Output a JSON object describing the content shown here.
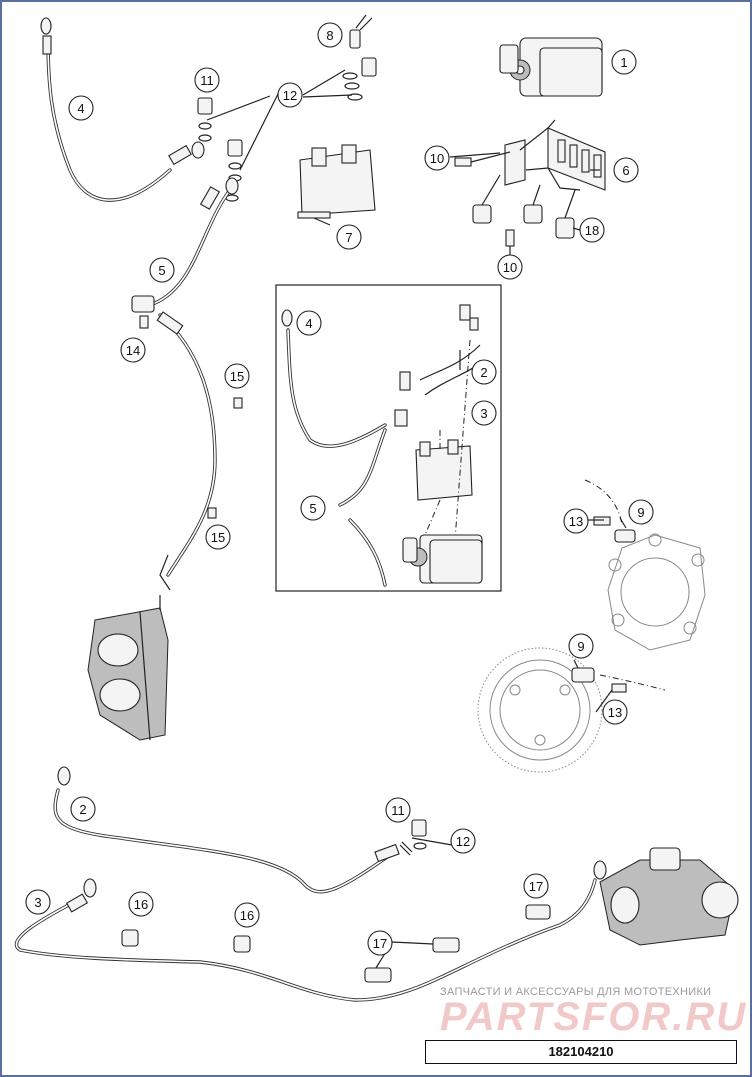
{
  "diagram": {
    "callouts": {
      "c1": "1",
      "c2a": "2",
      "c2b": "2",
      "c3a": "3",
      "c3b": "3",
      "c4a": "4",
      "c4b": "4",
      "c5a": "5",
      "c5b": "5",
      "c6": "6",
      "c7": "7",
      "c8": "8",
      "c9a": "9",
      "c9b": "9",
      "c10a": "10",
      "c10b": "10",
      "c11a": "11",
      "c11b": "11",
      "c12a": "12",
      "c12b": "12",
      "c13a": "13",
      "c13b": "13",
      "c14": "14",
      "c15a": "15",
      "c15b": "15",
      "c16a": "16",
      "c16b": "16",
      "c17a": "17",
      "c17b": "17",
      "c18": "18"
    },
    "watermark_small": "ЗАПЧАСТИ И АКСЕССУАРЫ ДЛЯ МОТОТЕХНИКИ",
    "watermark_big": "PARTSFOR.RU",
    "diagram_id": "182104210"
  },
  "colors": {
    "line": "#222222",
    "watermark": "#f2c9c9",
    "border": "#5a6fa0"
  }
}
